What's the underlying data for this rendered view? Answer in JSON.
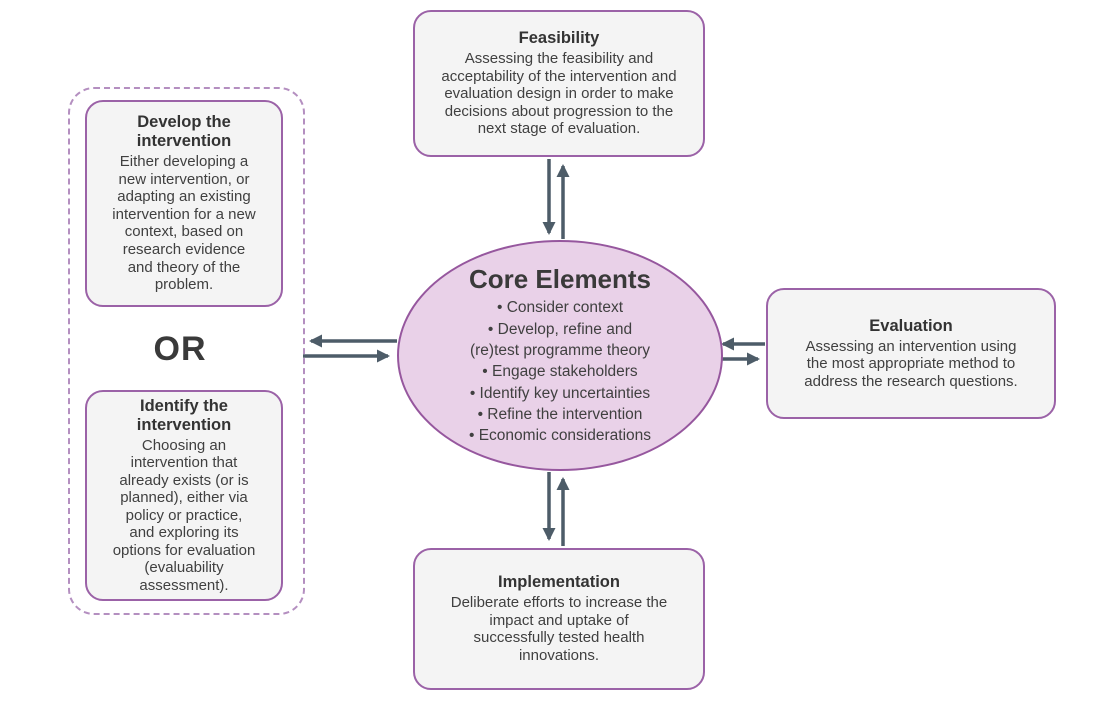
{
  "or_label": "OR",
  "colors": {
    "box_border": "#9b62a7",
    "box_fill": "#f4f4f4",
    "dashed_border": "#b48fc0",
    "ellipse_fill": "#e9d1e8",
    "ellipse_border": "#96579e",
    "arrow": "#4d5c68",
    "text": "#3f3f3f"
  },
  "core": {
    "title": "Core Elements",
    "bullets": [
      "• Consider context",
      "• Develop, refine and\n(re)test programme theory",
      "• Engage stakeholders",
      "• Identify key uncertainties",
      "• Refine the intervention",
      "• Economic considerations"
    ]
  },
  "boxes": {
    "feasibility": {
      "title": "Feasibility",
      "body": "Assessing the feasibility and\nacceptability of the intervention and\nevaluation design in order to make\ndecisions about progression to the\nnext stage of evaluation."
    },
    "evaluation": {
      "title": "Evaluation",
      "body": "Assessing an intervention using\nthe most appropriate method to\naddress the research questions."
    },
    "implementation": {
      "title": "Implementation",
      "body": "Deliberate efforts to increase the\nimpact and uptake of\nsuccessfully tested health\ninnovations."
    },
    "develop": {
      "title": "Develop the\nintervention",
      "body": "Either developing a\nnew intervention, or\nadapting an existing\nintervention for a new\ncontext, based on\nresearch evidence\nand theory of the\nproblem."
    },
    "identify": {
      "title": "Identify the\nintervention",
      "body": "Choosing an\nintervention that\nalready exists (or is\nplanned), either via\npolicy or practice,\nand exploring its\noptions for evaluation\n(evaluability\nassessment)."
    }
  }
}
